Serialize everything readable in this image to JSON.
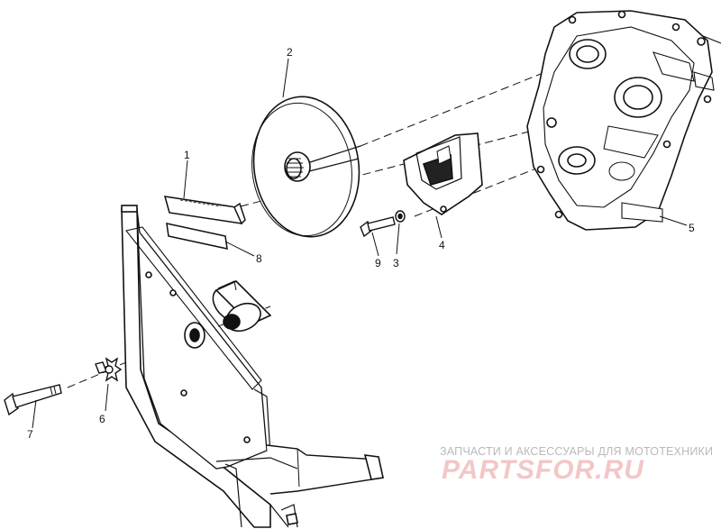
{
  "callouts": {
    "c1": "1",
    "c2": "2",
    "c3": "3",
    "c4": "4",
    "c5": "5",
    "c6": "6",
    "c7": "7",
    "c8": "8",
    "c9": "9"
  },
  "watermark": {
    "tagline": "ЗАПЧАСТИ И АКСЕССУАРЫ ДЛЯ МОТОТЕХНИКИ",
    "logo": "PARTSFOR.RU"
  },
  "colors": {
    "ink": "#111111",
    "watermark_text": "#b9b9b9",
    "watermark_logo": "#f2c7c7"
  }
}
